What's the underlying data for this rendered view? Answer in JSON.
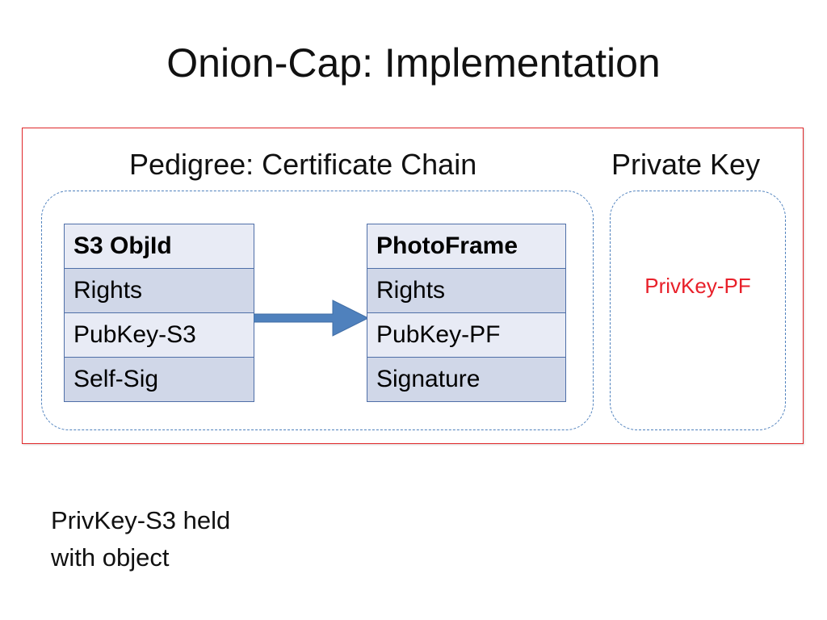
{
  "slide": {
    "title": "Onion-Cap: Implementation"
  },
  "pedigree": {
    "label": "Pedigree: Certificate Chain",
    "s3_cert": {
      "rows": [
        "S3 ObjId",
        "Rights",
        "PubKey-S3",
        "Self-Sig"
      ]
    },
    "photoframe_cert": {
      "rows": [
        "PhotoFrame",
        "Rights",
        "PubKey-PF",
        "Signature"
      ]
    }
  },
  "private_key": {
    "label": "Private Key",
    "value": "PrivKey-PF"
  },
  "footnote": {
    "line1": "PrivKey-S3 held",
    "line2": "with object"
  },
  "colors": {
    "frame_border": "#e0292b",
    "group_border": "#4f81bd",
    "arrow": "#4f81bd",
    "private_key_text": "#e8202a",
    "row_light": "#e8ebf5",
    "row_dark": "#d0d7e8"
  }
}
